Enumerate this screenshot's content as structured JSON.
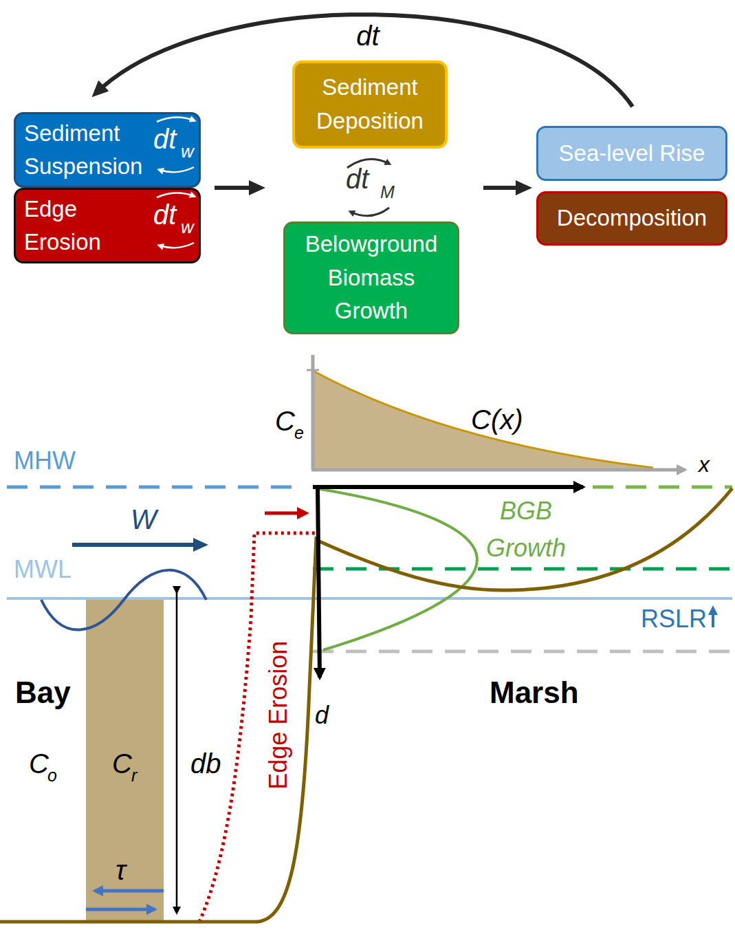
{
  "diagram": {
    "nodes": [
      {
        "text": [
          "Sediment Suspension",
          "dt",
          "w"
        ]
      },
      {
        "text": [
          "Edge Erosion",
          "dt",
          "w"
        ]
      },
      {
        "text": [
          "Sediment Deposition"
        ]
      },
      {
        "text": [
          "Belowground Biomass Growth"
        ]
      },
      {
        "text": [
          "Sea-level Rise"
        ]
      },
      {
        "text": [
          "Decomposition"
        ]
      }
    ],
    "edges": [
      {
        "from": 0,
        "to": 2,
        "arrow": "to"
      },
      {
        "from": 2,
        "to": 4,
        "arrow": "to"
      },
      {
        "from": 4,
        "to": 0,
        "label": "dt",
        "arrow": "to"
      }
    ],
    "labels": [
      "dt",
      "M",
      "C",
      "e",
      "C(x)",
      "x",
      "MHW",
      "W",
      "MWL",
      "BGB Growth",
      "RSLR",
      "d",
      "Bay",
      "Marsh",
      "Edge Erosion",
      "C",
      "o",
      "C",
      "r",
      "db",
      "τ"
    ]
  }
}
